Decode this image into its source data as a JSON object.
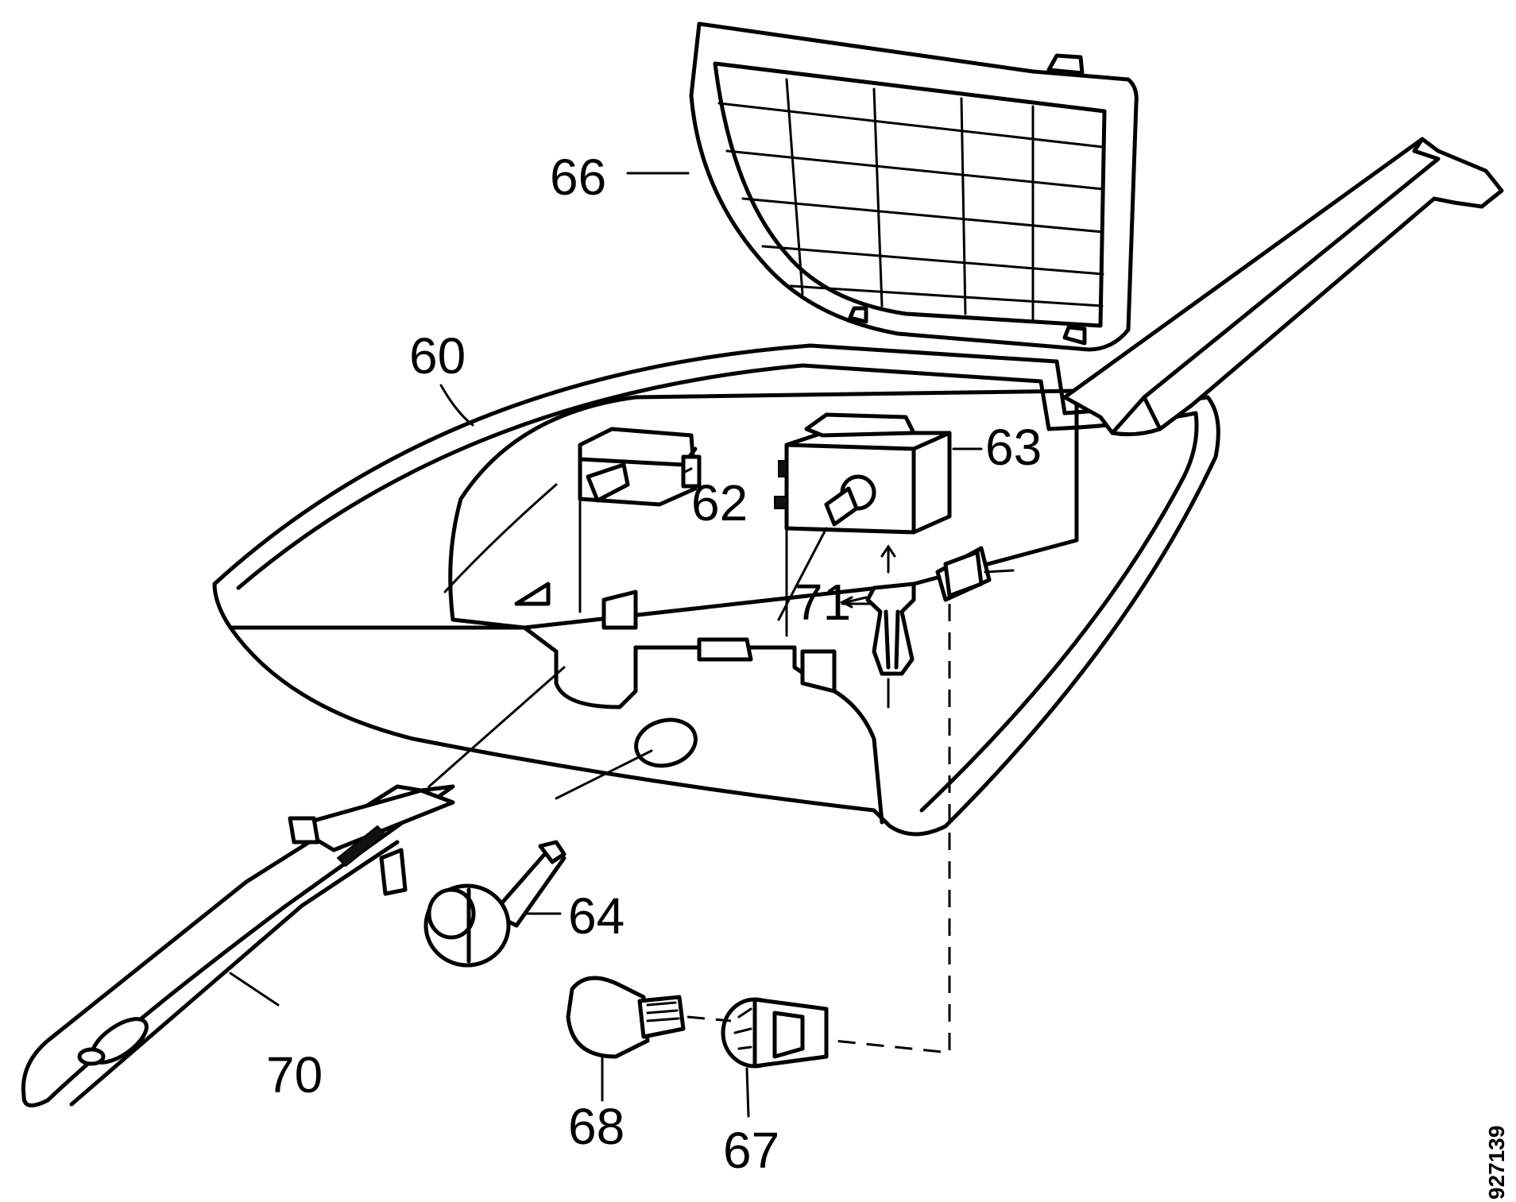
{
  "figure_number": "927139",
  "parts": [
    {
      "id": "60",
      "label": "60"
    },
    {
      "id": "62",
      "label": "62"
    },
    {
      "id": "63",
      "label": "63"
    },
    {
      "id": "64",
      "label": "64"
    },
    {
      "id": "66",
      "label": "66"
    },
    {
      "id": "67",
      "label": "67"
    },
    {
      "id": "68",
      "label": "68"
    },
    {
      "id": "70",
      "label": "70"
    },
    {
      "id": "71",
      "label": "71"
    }
  ]
}
